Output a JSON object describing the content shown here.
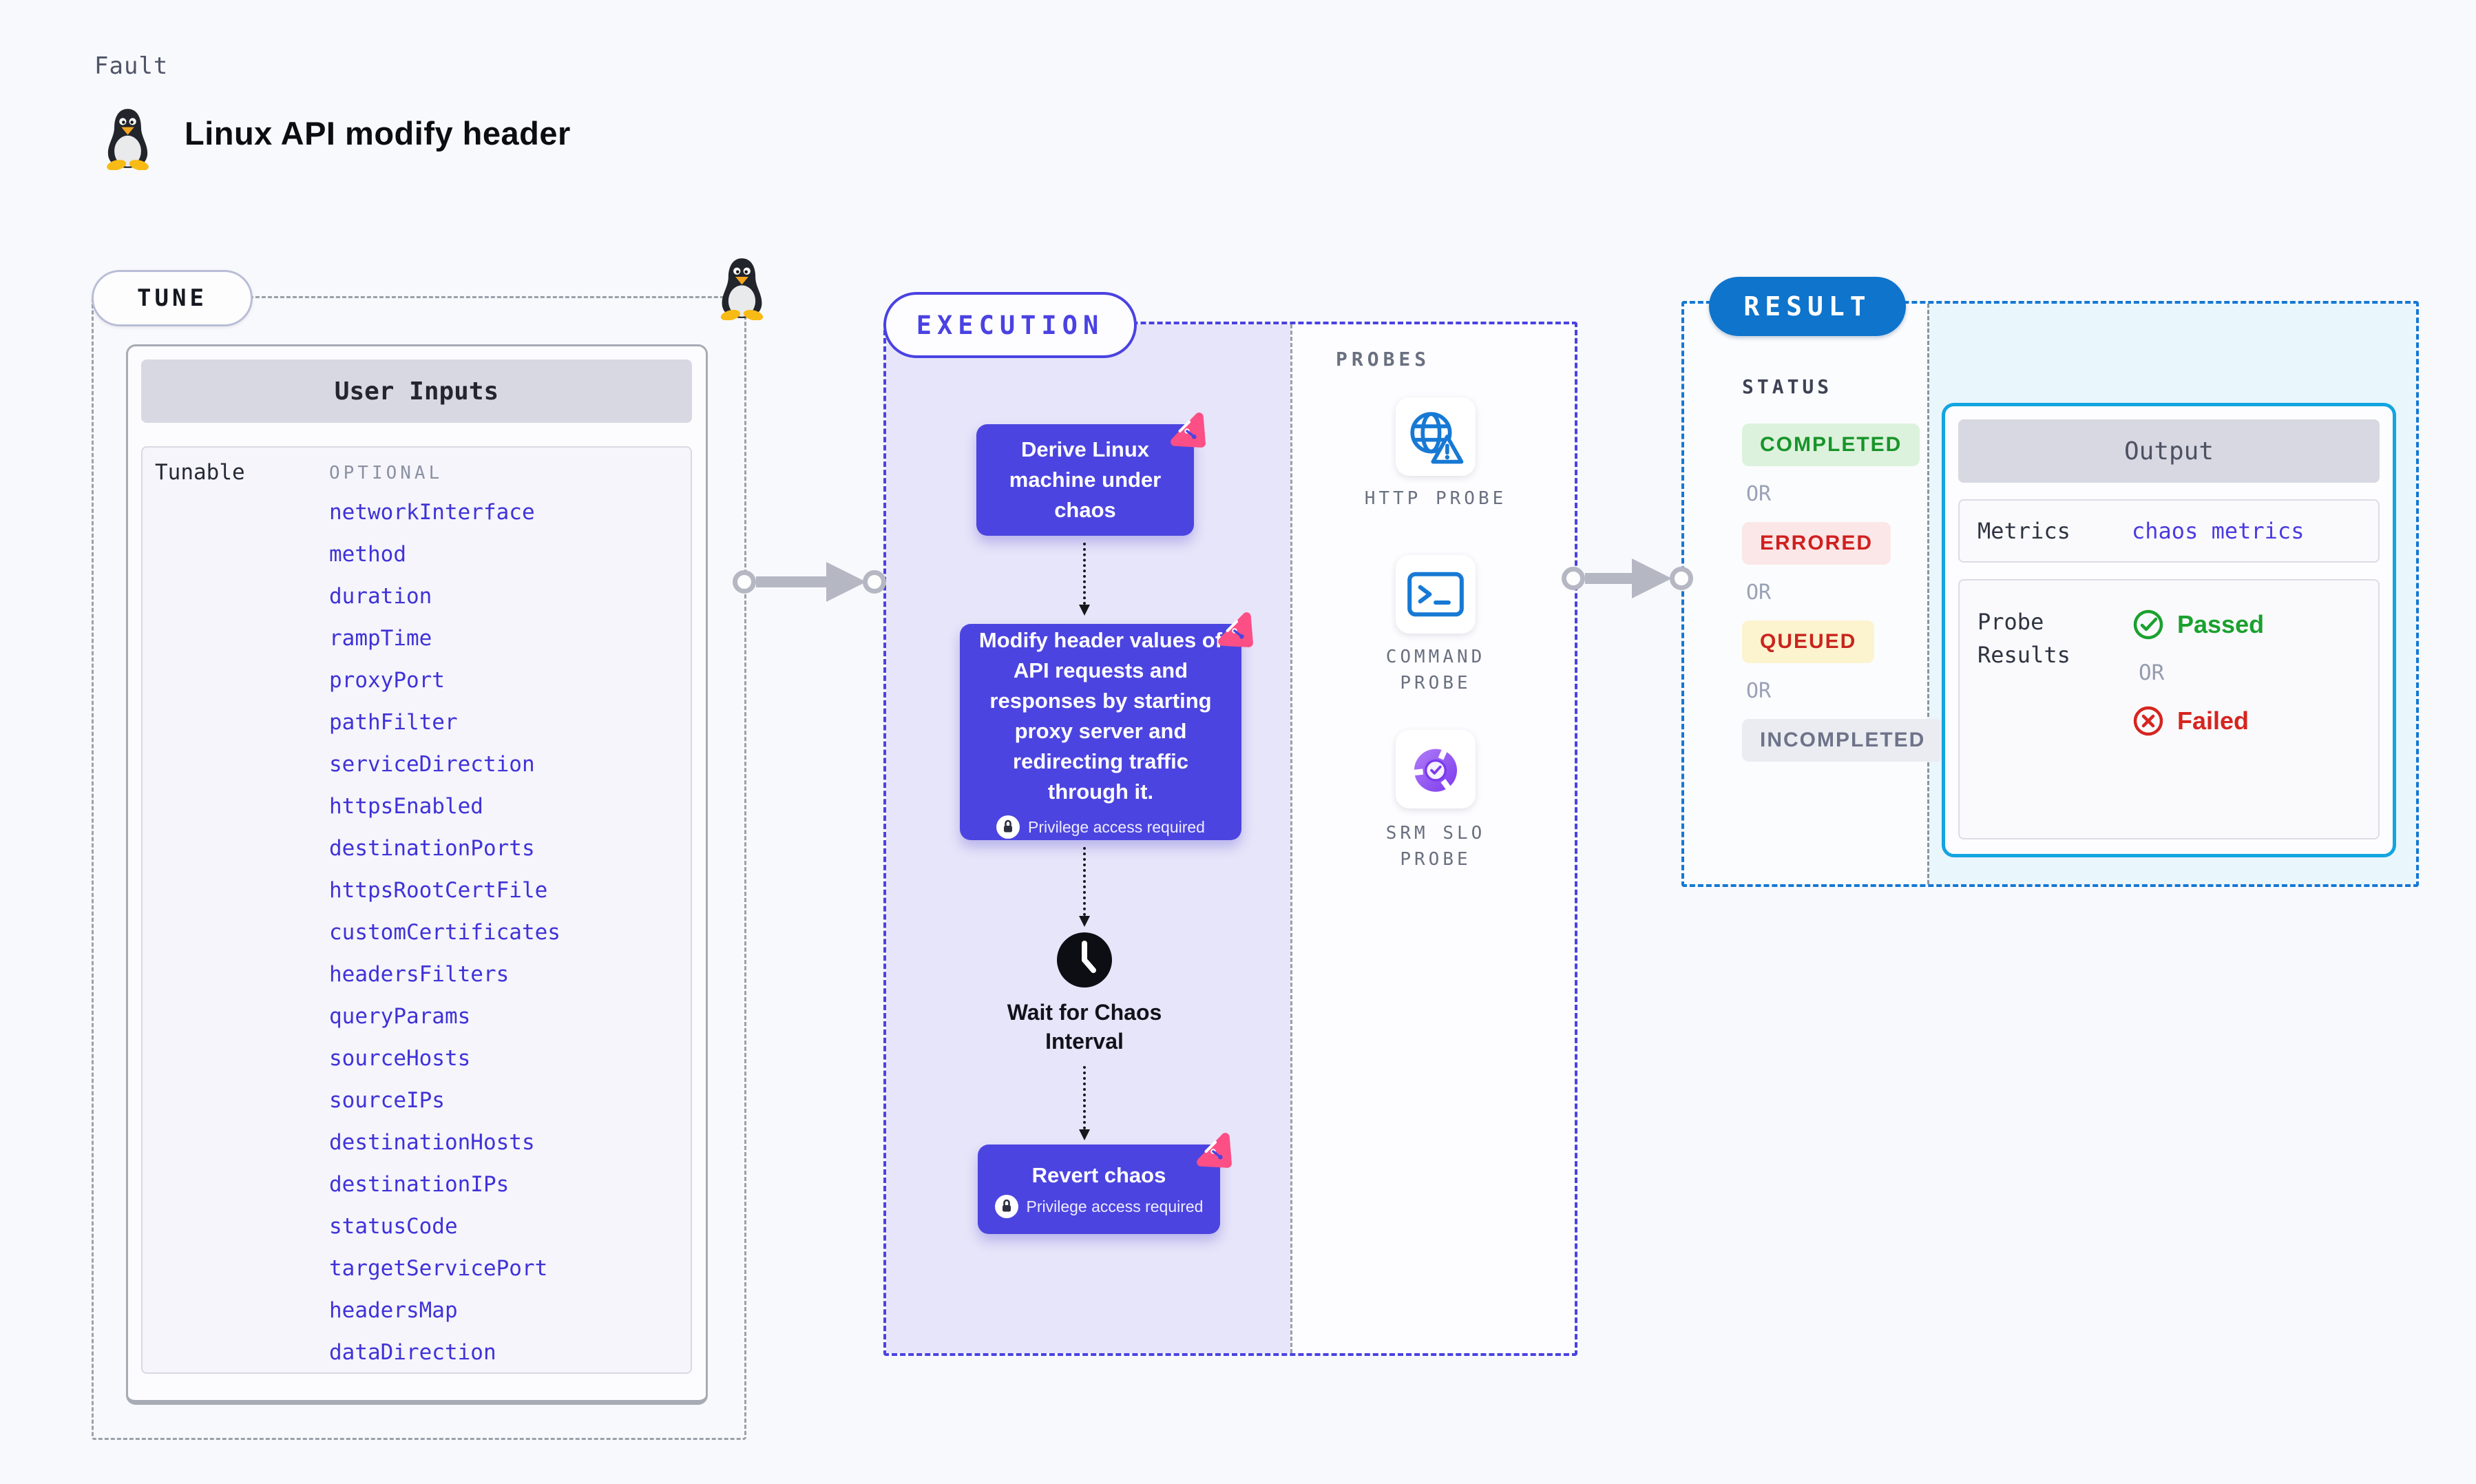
{
  "page": {
    "kicker": "Fault",
    "title": "Linux API modify header"
  },
  "tune": {
    "label": "TUNE",
    "user_inputs": {
      "title": "User Inputs",
      "row_label": "Tunable",
      "column_label": "OPTIONAL",
      "tunables": [
        "networkInterface",
        "method",
        "duration",
        "rampTime",
        "proxyPort",
        "pathFilter",
        "serviceDirection",
        "httpsEnabled",
        "destinationPorts",
        "httpsRootCertFile",
        "customCertificates",
        "headersFilters",
        "queryParams",
        "sourceHosts",
        "sourceIPs",
        "destinationHosts",
        "destinationIPs",
        "statusCode",
        "targetServicePort",
        "headersMap",
        "dataDirection"
      ]
    }
  },
  "execution": {
    "label": "EXECUTION",
    "derive_step": "Derive Linux machine under chaos",
    "inject_step": "Modify header values of API requests and responses by starting proxy server and redirecting traffic through it.",
    "privilege_note": "Privilege access required",
    "wait_step": "Wait for Chaos Interval",
    "revert_step": "Revert chaos"
  },
  "probes": {
    "label": "PROBES",
    "items": [
      {
        "name": "http-probe",
        "label": "HTTP PROBE"
      },
      {
        "name": "command-probe",
        "label": "COMMAND\nPROBE"
      },
      {
        "name": "srm-slo-probe",
        "label": "SRM SLO\nPROBE"
      }
    ]
  },
  "result": {
    "label": "RESULT",
    "status_label": "STATUS",
    "or_label": "OR",
    "statuses": [
      {
        "label": "COMPLETED",
        "text_color": "#18942a",
        "bg_color": "#dcf2dc"
      },
      {
        "label": "ERRORED",
        "text_color": "#cf201f",
        "bg_color": "#fbe7e7"
      },
      {
        "label": "QUEUED",
        "text_color": "#c9251f",
        "bg_color": "#fcf3cf"
      },
      {
        "label": "INCOMPLETED",
        "text_color": "#6d7389",
        "bg_color": "#ebecf1"
      }
    ],
    "output": {
      "title": "Output",
      "metrics_label": "Metrics",
      "metrics_value": "chaos metrics",
      "probe_results_label": "Probe Results",
      "passed_label": "Passed",
      "or_label": "OR",
      "failed_label": "Failed"
    }
  },
  "colors": {
    "accent_indigo": "#4c44e0",
    "accent_blue": "#0e74cc",
    "accent_cyan": "#12a5e0",
    "tunable_link": "#4032d8",
    "probe_icon_blue": "#1779d4",
    "passed_green": "#1aa12e",
    "failed_red": "#d6251f",
    "chaos_pink": "#fb4f85"
  }
}
